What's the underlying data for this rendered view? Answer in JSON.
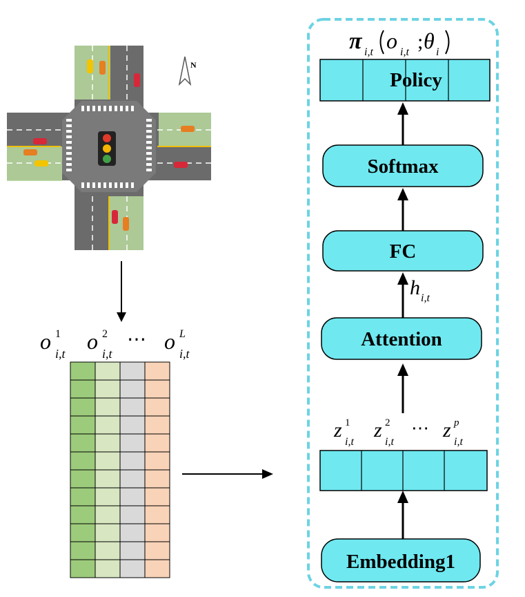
{
  "intersection": {
    "north_marker": "N"
  },
  "observation": {
    "o_symbol": "o",
    "subscript": "i,t",
    "superscripts": [
      "1",
      "2",
      "L"
    ],
    "ellipsis": "⋯",
    "column_colors": [
      "#9dcb7c",
      "#d8e6c2",
      "#d9d9d9",
      "#f8d3b8"
    ],
    "row_count": 12
  },
  "network": {
    "policy_output": {
      "pi": "π",
      "pi_sub": "i,t",
      "o": "o",
      "o_sub": "i,t",
      "separator": ";",
      "theta": "θ",
      "theta_sub": "i"
    },
    "policy_label": "Policy",
    "softmax_label": "Softmax",
    "fc_label": "FC",
    "hidden": {
      "symbol": "h",
      "sub": "i,t"
    },
    "attention_label": "Attention",
    "z_symbol": "z",
    "z_sub": "i,t",
    "z_superscripts": [
      "1",
      "2",
      "p"
    ],
    "embedding_label": "Embedding1",
    "block_fill": "#6fe8f0",
    "border_color": "#6dd3e3"
  }
}
